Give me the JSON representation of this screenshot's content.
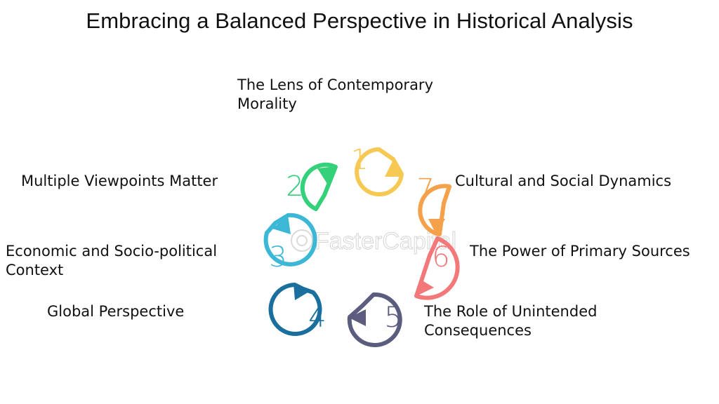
{
  "title": "Embracing a Balanced Perspective in Historical Analysis",
  "watermark": "FasterCapital",
  "steps": [
    {
      "number": "1",
      "label_line1": "The Lens of Contemporary",
      "label_line2": "Morality",
      "color": "#F6C954"
    },
    {
      "number": "2",
      "label_line1": "Multiple Viewpoints Matter",
      "label_line2": "",
      "color": "#35D07A"
    },
    {
      "number": "3",
      "label_line1": "Economic and Socio-political",
      "label_line2": "Context",
      "color": "#3CB8D6"
    },
    {
      "number": "4",
      "label_line1": "Global Perspective",
      "label_line2": "",
      "color": "#1B6F9E"
    },
    {
      "number": "5",
      "label_line1": "The Role of Unintended",
      "label_line2": "Consequences",
      "color": "#5C5C7E"
    },
    {
      "number": "6",
      "label_line1": "The Power of Primary Sources",
      "label_line2": "",
      "color": "#F2787A"
    },
    {
      "number": "7",
      "label_line1": "Cultural and Social Dynamics",
      "label_line2": "",
      "color": "#F5A04A"
    }
  ]
}
